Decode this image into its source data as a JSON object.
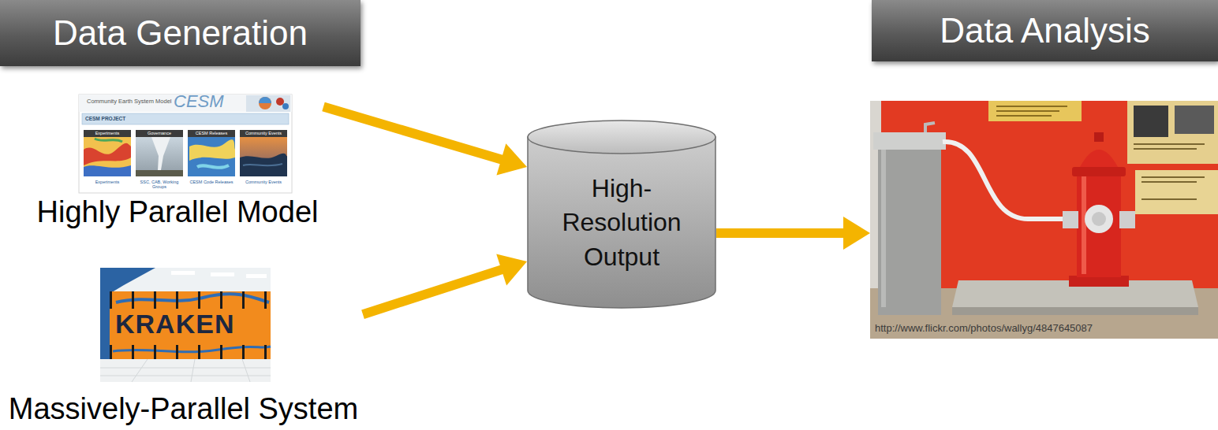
{
  "diagram": {
    "nodes": [
      {
        "text": [
          "Data Generation"
        ]
      },
      {
        "text": [
          "Highly Parallel Model"
        ]
      },
      {
        "text": [
          "Massively-Parallel System"
        ]
      },
      {
        "text": [
          "High- Resolution Output"
        ]
      },
      {
        "text": [
          "Data Analysis"
        ]
      },
      {
        "text": [
          "http://www.flickr.com/photos/wallyg/4847645087"
        ]
      }
    ],
    "edges": [
      {
        "from": 1,
        "to": 3,
        "arrow": "to"
      },
      {
        "from": 2,
        "to": 3,
        "arrow": "to"
      },
      {
        "from": 3,
        "to": 5,
        "arrow": "to"
      }
    ],
    "labels": [
      "Community Earth System Model",
      "CESM",
      "CESM PROJECT",
      "Experiments",
      "Governance",
      "CESM Releases",
      "Community Events",
      "Experiments",
      "SSC, CAB, Working Groups",
      "CESM Code Releases",
      "Community Events",
      "KRAKEN"
    ]
  }
}
